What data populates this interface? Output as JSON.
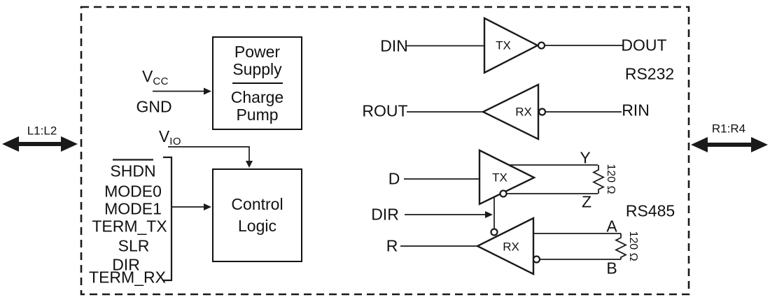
{
  "labels": {
    "l1_l2": "L1:L2",
    "r1_r4": "R1:R4"
  },
  "power_supply_box": {
    "line1": "Power",
    "line2": "Supply",
    "line3": "Charge",
    "line4": "Pump"
  },
  "control_logic_box": {
    "line1": "Control",
    "line2": "Logic"
  },
  "pins": {
    "vcc_base": "V",
    "vcc_sub": "CC",
    "gnd": "GND",
    "vio_base": "V",
    "vio_sub": "IO",
    "shdn": "SHDN",
    "mode0": "MODE0",
    "mode1": "MODE1",
    "term_tx": "TERM_TX",
    "slr": "SLR",
    "dir": "DIR",
    "term_rx": "TERM_RX"
  },
  "rs232": {
    "section_label": "RS232",
    "tx_label": "TX",
    "rx_label": "RX",
    "din": "DIN",
    "dout": "DOUT",
    "rout": "ROUT",
    "rin": "RIN"
  },
  "rs485": {
    "section_label": "RS485",
    "tx_label": "TX",
    "rx_label": "RX",
    "d": "D",
    "dir": "DIR",
    "r": "R",
    "y": "Y",
    "z": "Z",
    "a": "A",
    "b": "B",
    "termination_top": "120 Ω",
    "termination_bottom": "120 Ω"
  },
  "colors": {
    "line": "#1a1a1a",
    "background": "#ffffff"
  }
}
